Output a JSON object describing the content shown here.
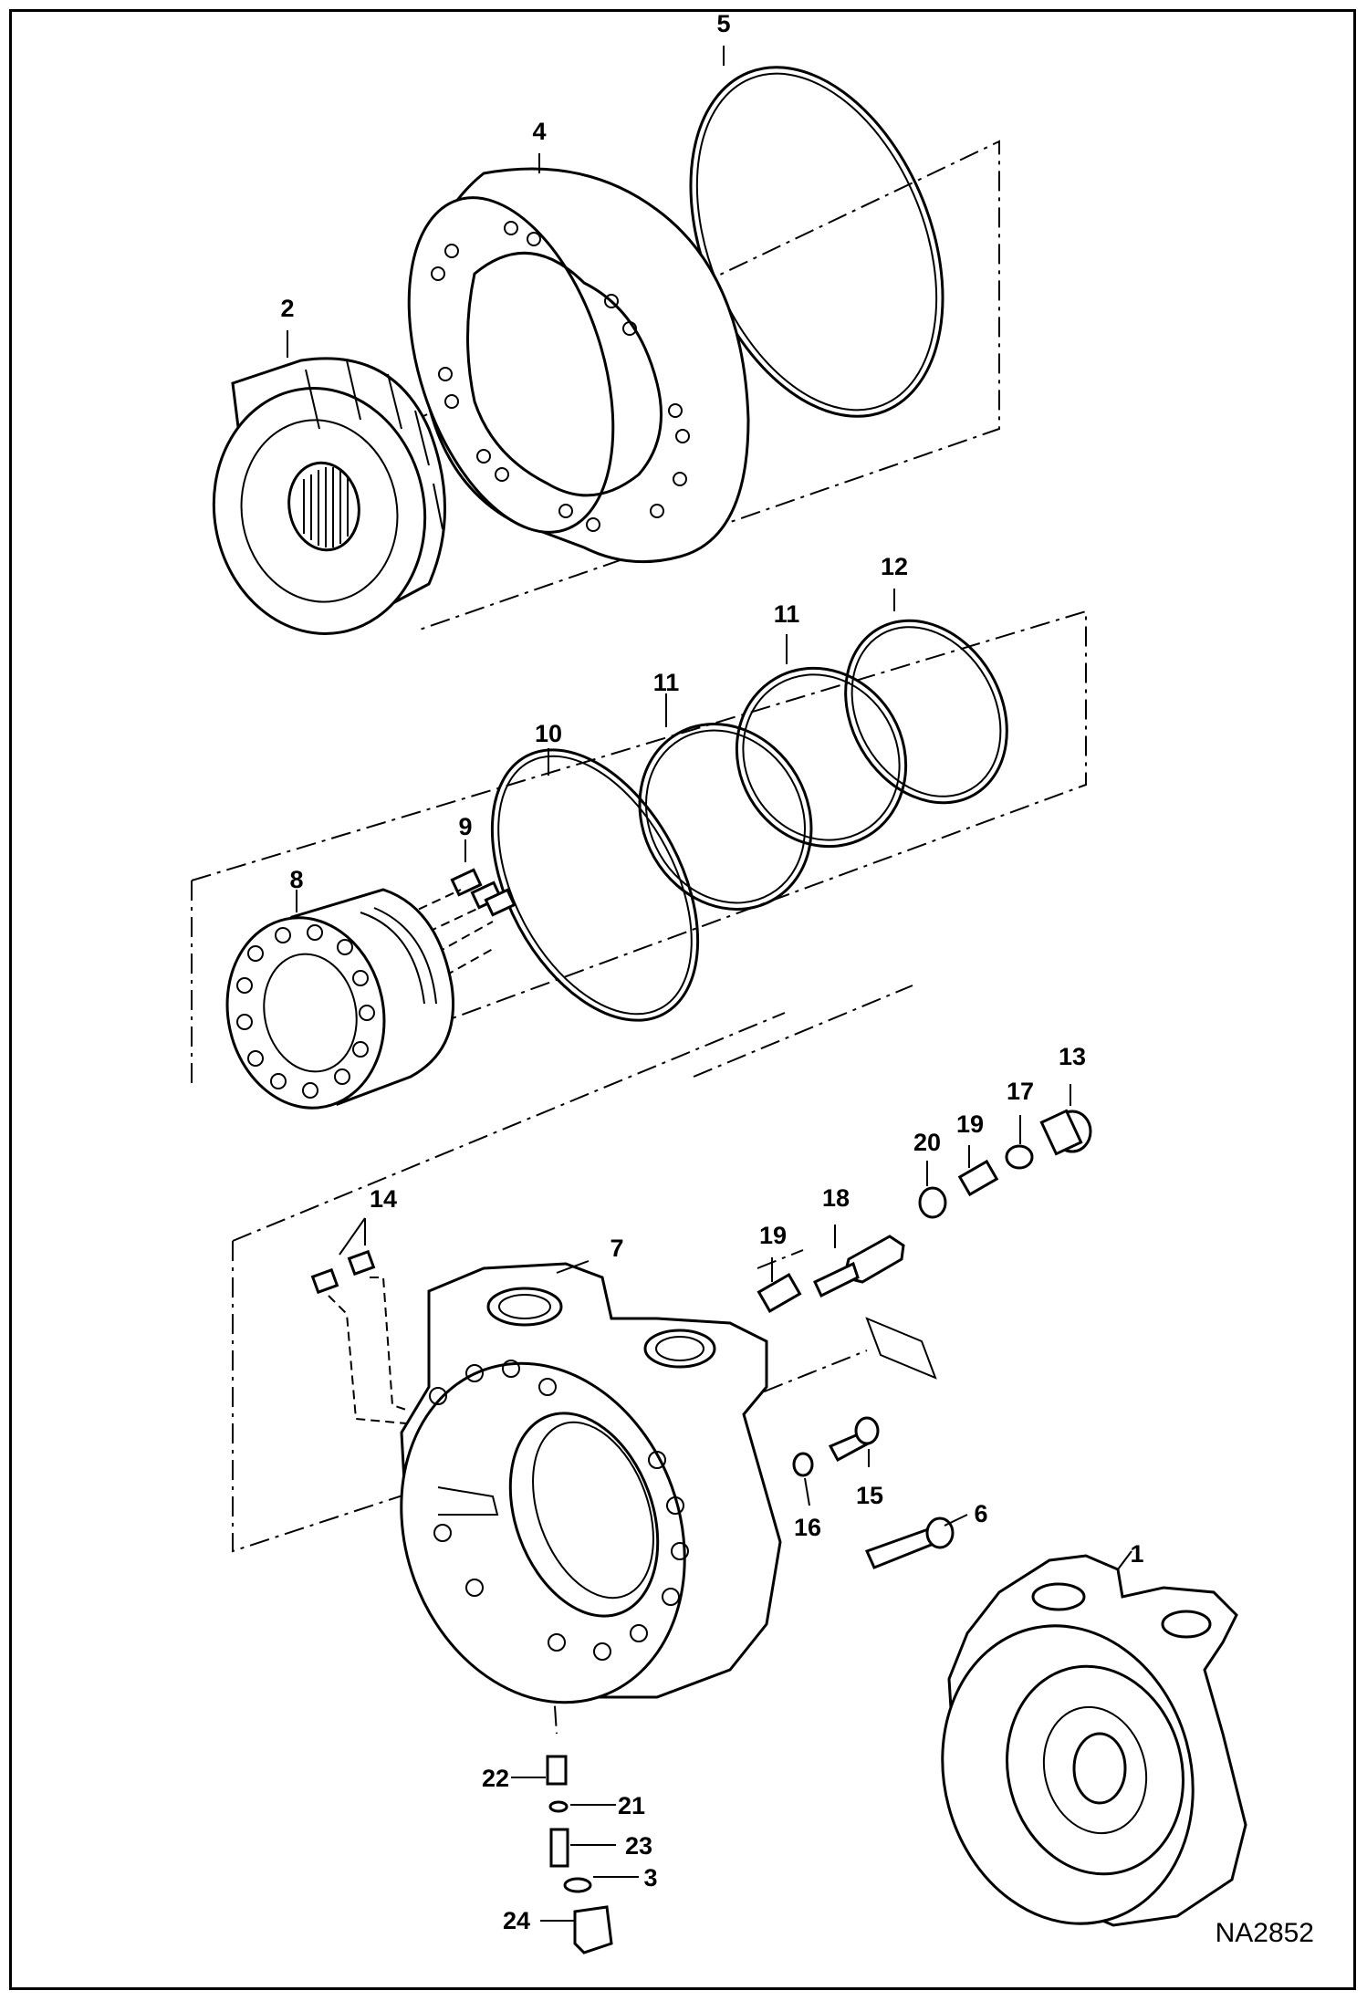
{
  "diagram": {
    "drawing_code": "NA2852",
    "part_numbers": [
      "1",
      "2",
      "3",
      "4",
      "5",
      "6",
      "7",
      "8",
      "9",
      "10",
      "11",
      "11",
      "12",
      "13",
      "14",
      "15",
      "16",
      "17",
      "18",
      "19",
      "19",
      "20",
      "21",
      "22",
      "23",
      "24"
    ]
  }
}
